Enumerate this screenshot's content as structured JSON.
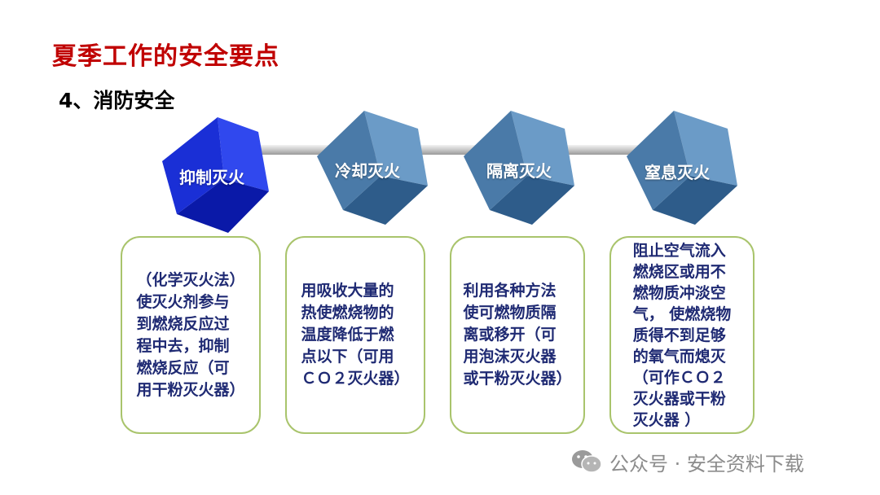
{
  "title": "夏季工作的安全要点",
  "subtitle": "4、消防安全",
  "methods": [
    {
      "label": "抑制灭火",
      "description": "（化学灭火法）\n使灭火剂参与\n到燃烧反应过\n程中去，抑制\n燃烧反应（可\n用干粉灭火器）"
    },
    {
      "label": "冷却灭火",
      "description": "用吸收大量的\n热使燃烧物的\n温度降低于燃\n点以下（可用\nＣＯ２灭火器）"
    },
    {
      "label": "隔离灭火",
      "description": "利用各种方法\n使可燃物质隔\n离或移开（可\n用泡沫灭火器\n或干粉灭火器）"
    },
    {
      "label": "窒息灭火",
      "description": "阻止空气流入\n燃烧区或用不\n燃物质冲淡空\n气， 使燃烧物\n质得不到足够\n的氧气而熄灭\n（可作ＣＯ２\n灭火器或干粉\n灭火器 ）"
    }
  ],
  "watermark": {
    "text": "公众号 · 安全资料下载",
    "icon": "wechat-icon"
  },
  "colors": {
    "title": "#c00000",
    "cube_active": "#1a2fd6",
    "cube_inactive": "#4a7aa8",
    "card_border": "#a9c46c",
    "card_text": "#1f2a73"
  }
}
